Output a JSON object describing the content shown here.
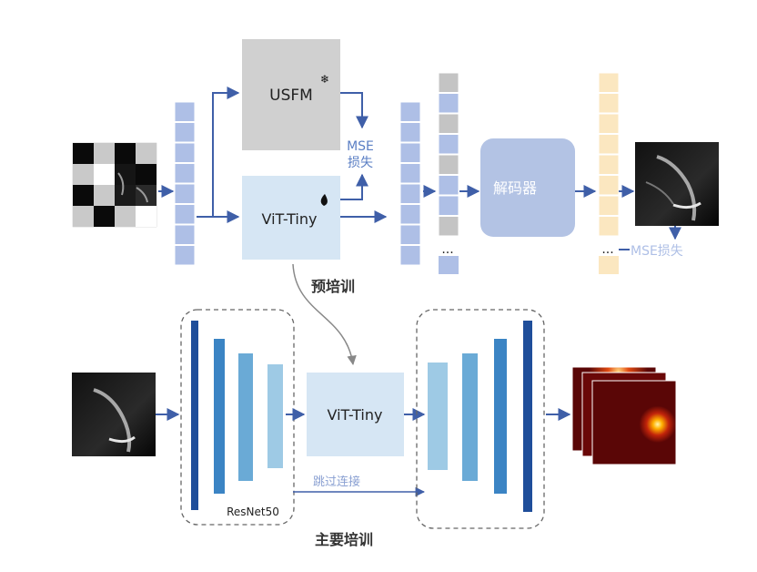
{
  "stage1": {
    "teacher_label": "USFM",
    "teacher_icon": "snowflake-icon",
    "student_label": "ViT-Tiny",
    "student_icon": "flame-icon",
    "mse_loss_line1": "MSE",
    "mse_loss_line2": "损失",
    "decoder_label": "解码器",
    "ellipsis": "...",
    "mse_loss_output": "MSE损失",
    "stage_title": "预培训"
  },
  "stage2": {
    "vit_label": "ViT-Tiny",
    "encoder_label": "ResNet50",
    "skip_label": "跳过连接",
    "stage_title": "主要培训"
  },
  "colors": {
    "arrow": "#3f5fa8",
    "token": "#aebfe6",
    "token_border": "#8ea5d8",
    "gray_token": "#c4c4c4",
    "yellow_token": "#fbe7c0",
    "usfm_box": "#d0d0d0",
    "vit_box": "#d6e6f4",
    "decoder_box": "#b3c3e4",
    "dark_blue": "#1f4e9a",
    "mid_blue": "#3b84c4",
    "light_blue": "#9ecae5"
  }
}
